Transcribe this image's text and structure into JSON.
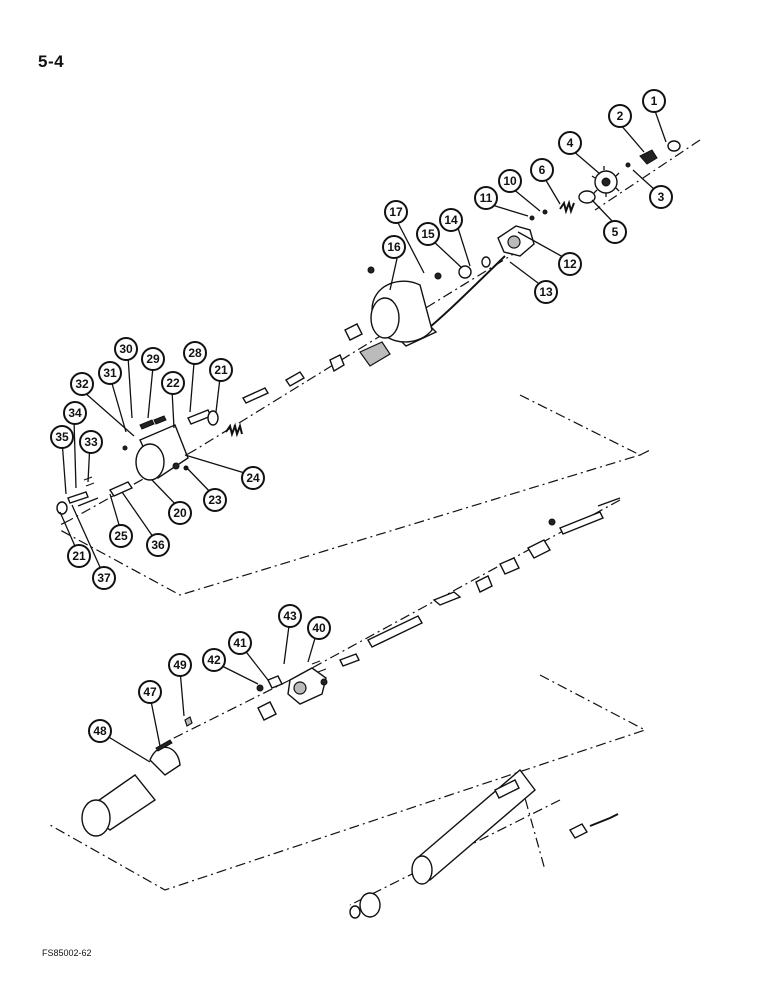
{
  "page_number": "5-4",
  "figure_code": "FS85002-62",
  "callouts": [
    "1",
    "2",
    "3",
    "4",
    "5",
    "6",
    "10",
    "11",
    "12",
    "13",
    "14",
    "15",
    "16",
    "17",
    "20",
    "21",
    "22",
    "23",
    "24",
    "25",
    "28",
    "29",
    "30",
    "31",
    "32",
    "33",
    "34",
    "35",
    "36",
    "37",
    "21",
    "40",
    "41",
    "42",
    "43",
    "47",
    "48",
    "49"
  ]
}
